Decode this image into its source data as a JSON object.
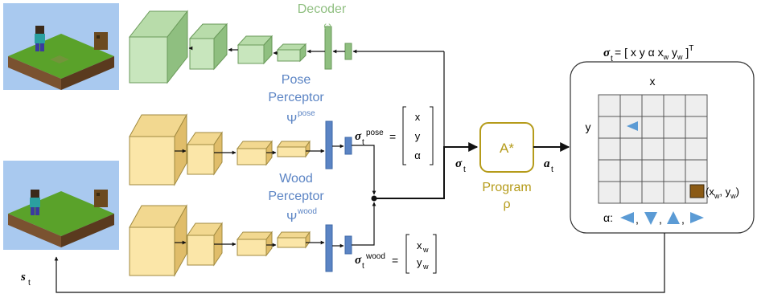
{
  "decoder": {
    "title": "Decoder",
    "omega": "ω"
  },
  "pose_perceptor": {
    "line1": "Pose",
    "line2": "Perceptor",
    "psi": "Ψ",
    "psi_sup": "pose"
  },
  "wood_perceptor": {
    "line1": "Wood",
    "line2": "Perceptor",
    "psi": "Ψ",
    "psi_sup": "wood"
  },
  "sigma_pose": {
    "sym": "σ",
    "sub": "t",
    "sup": "pose",
    "eq": "=",
    "vec": [
      "x",
      "y",
      "α"
    ]
  },
  "sigma_wood": {
    "sym": "σ",
    "sub": "t",
    "sup": "wood",
    "eq": "=",
    "vec_main": [
      "x",
      "y"
    ],
    "vec_sub": "w"
  },
  "program": {
    "box": "A*",
    "line1": "Program",
    "line2": "ρ"
  },
  "sigma_t_label": {
    "sym": "σ",
    "sub": "t"
  },
  "a_t_label": {
    "sym": "a",
    "sub": "t"
  },
  "s_t_label": {
    "sym": "s",
    "sub": "t"
  },
  "state_eq": {
    "sym": "σ",
    "sub": "t",
    "rhs_open": " = [ x y α x",
    "w1": "w",
    "y": " y",
    "w2": "w",
    "close": " ]",
    "sup": "T"
  },
  "grid": {
    "x_label": "x",
    "y_label": "y",
    "wood_label_open": "(x",
    "wood_label_sub": "w",
    "wood_label_mid": ", y",
    "wood_label_sub2": "w",
    "wood_label_close": ")"
  },
  "alpha_legend": {
    "label": "α:",
    "sep1": ",",
    "sep2": ",",
    "sep3": ","
  },
  "colors": {
    "decoder": "#8fbf80",
    "decoder_fill": "#c8e6bd",
    "perceptor": "#5b84c4",
    "perceptor_fill_front": "#fbe6a8",
    "perceptor_fill_side": "#e8c87a",
    "program": "#b59b1a",
    "arrow_blue": "#5b9bd5",
    "wood": "#8b5a14"
  }
}
